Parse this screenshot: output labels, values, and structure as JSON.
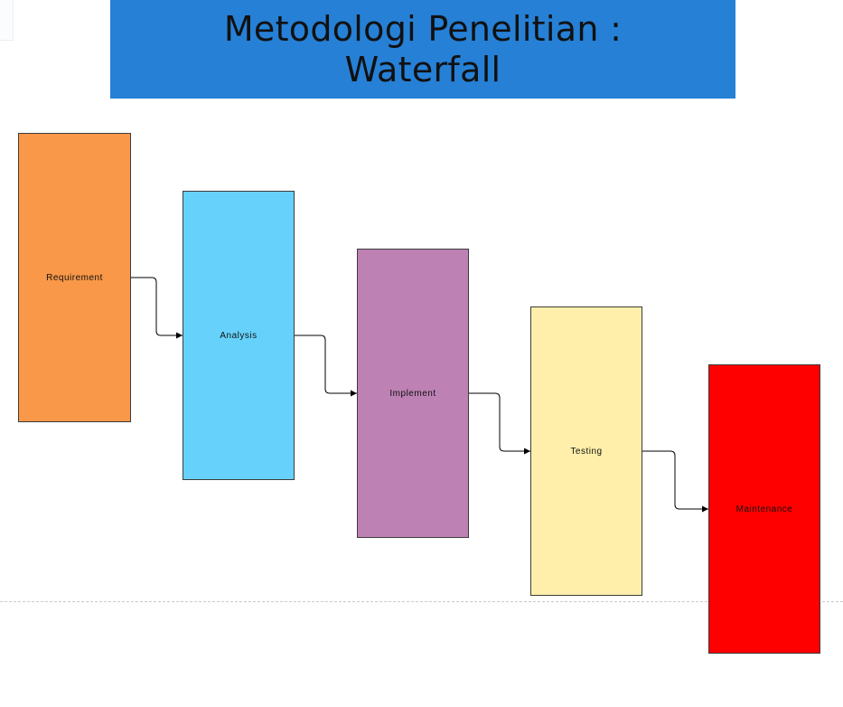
{
  "title": {
    "line1": "Metodologi Penelitian :",
    "line2": "Waterfall"
  },
  "colors": {
    "banner": "#2680d6",
    "requirement": "#f99848",
    "analysis": "#66d2fb",
    "implement": "#bd81b4",
    "testing": "#ffefaa",
    "maintenance": "#ff0000",
    "connector": "#000000"
  },
  "stages": [
    {
      "id": "requirement",
      "label": "Requirement",
      "color": "#f99848"
    },
    {
      "id": "analysis",
      "label": "Analysis",
      "color": "#66d2fb"
    },
    {
      "id": "implement",
      "label": "Implement",
      "color": "#bd81b4"
    },
    {
      "id": "testing",
      "label": "Testing",
      "color": "#ffefaa"
    },
    {
      "id": "maintenance",
      "label": "Maintenance",
      "color": "#ff0000"
    }
  ],
  "connections": [
    {
      "from": "requirement",
      "to": "analysis"
    },
    {
      "from": "analysis",
      "to": "implement"
    },
    {
      "from": "implement",
      "to": "testing"
    },
    {
      "from": "testing",
      "to": "maintenance"
    }
  ]
}
